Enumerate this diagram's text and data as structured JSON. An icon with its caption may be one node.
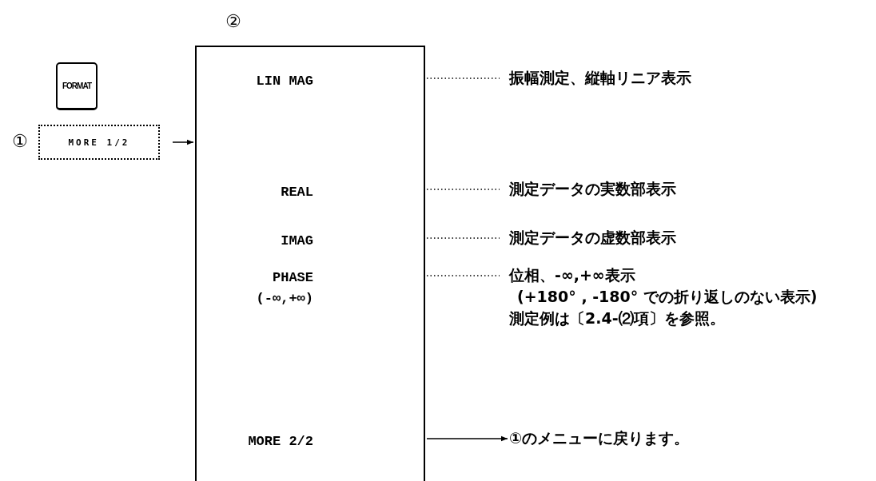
{
  "diagram": {
    "nodes": [
      {
        "text": [
          "FORMAT"
        ]
      },
      {
        "text": [
          "MORE 1/2"
        ],
        "beside": [
          "①"
        ]
      },
      {
        "text": [
          "②",
          "LIN MAG",
          "REAL",
          "IMAG",
          "PHASE (-∞,+∞)",
          "MORE 2/2"
        ]
      },
      {
        "text": [
          "振幅測定、縦軸リニア表示"
        ]
      },
      {
        "text": [
          "測定データの実数部表示"
        ]
      },
      {
        "text": [
          "測定データの虚数部表示"
        ]
      },
      {
        "text": [
          "位相、-∞,+∞表示",
          "(+180° , -180° での折り返しのない表示)",
          "測定例は〔2.4-⑵項〕を参照。"
        ]
      },
      {
        "text": [
          "①のメニューに戻ります。"
        ]
      }
    ],
    "edges": [
      {
        "from": 1,
        "to": 2,
        "arrow": "to"
      },
      {
        "from": 2,
        "to": 3,
        "arrow": "none",
        "style": "dashed"
      },
      {
        "from": 2,
        "to": 4,
        "arrow": "none",
        "style": "dashed"
      },
      {
        "from": 2,
        "to": 5,
        "arrow": "none",
        "style": "dashed"
      },
      {
        "from": 2,
        "to": 6,
        "arrow": "none",
        "style": "dashed"
      },
      {
        "from": 2,
        "to": 7,
        "arrow": "to"
      }
    ]
  }
}
